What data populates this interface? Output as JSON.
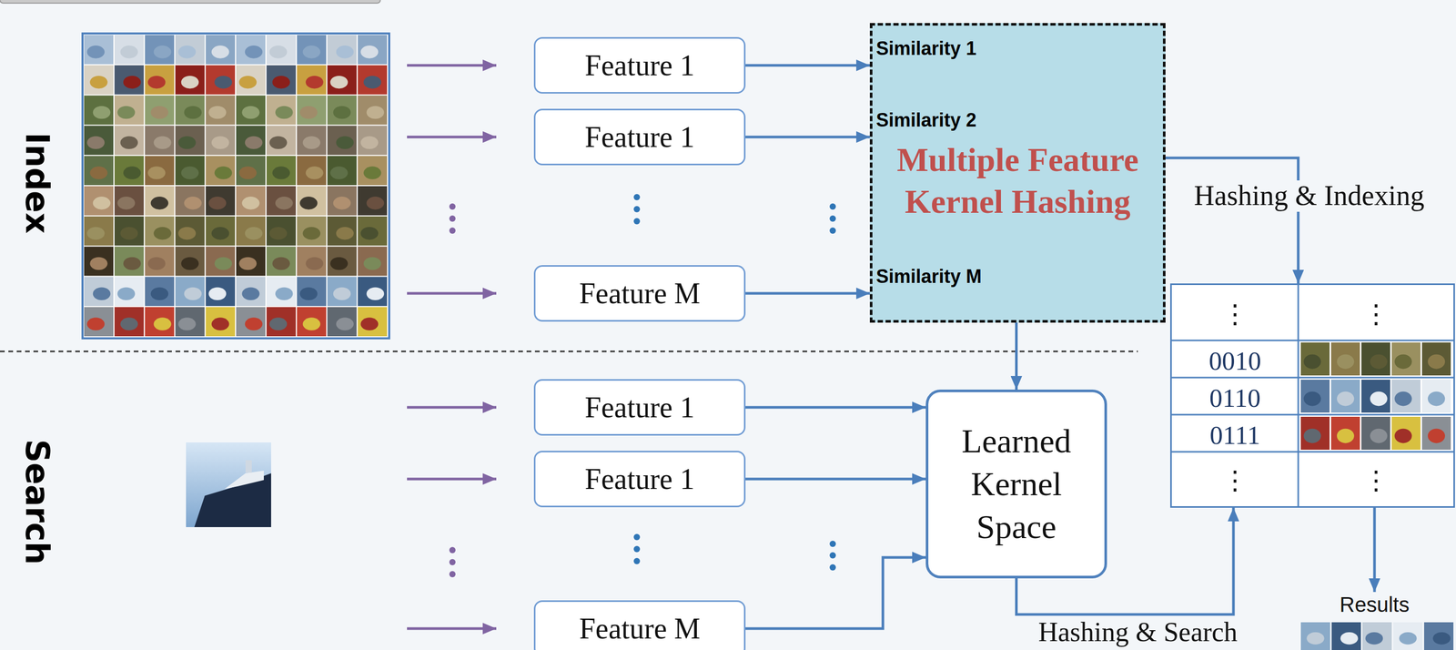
{
  "diagram": {
    "nodes": [
      {
        "text": [
          "Feature 1"
        ]
      },
      {
        "text": [
          "Feature 1"
        ]
      },
      {
        "text": [
          "Feature M"
        ]
      },
      {
        "text": [
          "Multiple Feature Kernel Hashing"
        ]
      },
      {
        "text": [
          "⋮",
          "⋮",
          "0010",
          "0110",
          "0111",
          "⋮",
          "⋮"
        ]
      },
      {
        "text": [
          "Feature 1"
        ]
      },
      {
        "text": [
          "Feature 1"
        ]
      },
      {
        "text": [
          "Feature M"
        ]
      },
      {
        "text": [
          "Learned Kernel Space"
        ]
      },
      {
        "text": [
          "Results"
        ]
      }
    ],
    "edges": [
      {
        "from": 0,
        "to": 3,
        "arrow": "to",
        "label": "Similarity 1"
      },
      {
        "from": 1,
        "to": 3,
        "arrow": "to",
        "label": "Similarity 2"
      },
      {
        "from": 2,
        "to": 3,
        "arrow": "to",
        "label": "Similarity M"
      },
      {
        "from": 3,
        "to": 4,
        "arrow": "to",
        "label": "Hashing & Indexing"
      },
      {
        "from": 3,
        "to": 8,
        "arrow": "to"
      },
      {
        "from": 5,
        "to": 8,
        "arrow": "to"
      },
      {
        "from": 6,
        "to": 8,
        "arrow": "to"
      },
      {
        "from": 7,
        "to": 8,
        "arrow": "to"
      },
      {
        "from": 8,
        "to": 4,
        "arrow": "to",
        "label": "Hashing & Search"
      },
      {
        "from": 4,
        "to": 9,
        "arrow": "to"
      }
    ],
    "labels": [
      "Index",
      "Search"
    ]
  }
}
